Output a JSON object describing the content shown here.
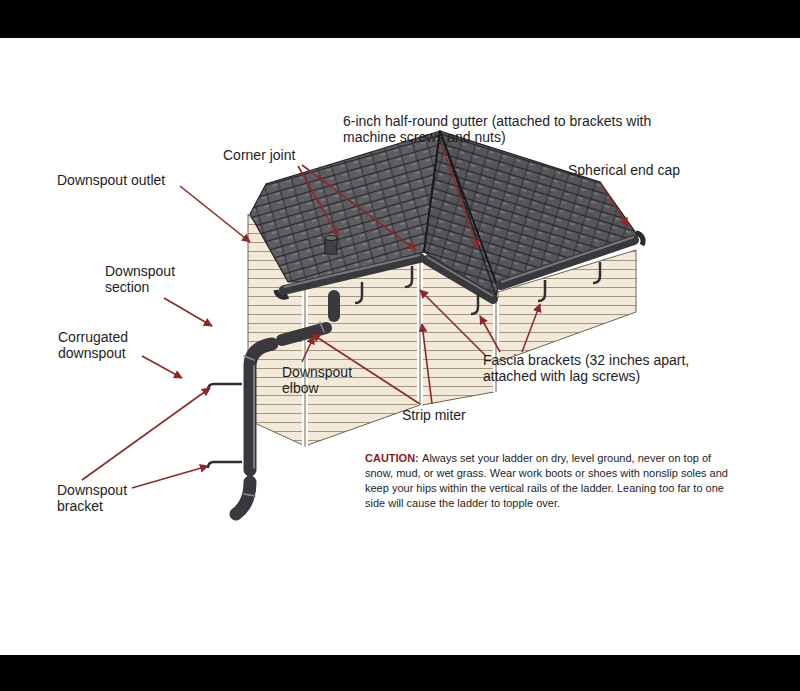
{
  "diagram": {
    "labels": [
      "Downspout outlet",
      "Corner joint",
      "6-inch half-round gutter (attached to brackets with machine screws and nuts)",
      "Spherical end cap",
      "Downspout section",
      "Corrugated downspout",
      "Downspout elbow",
      "Strip miter",
      "Fascia brackets (32 inches apart, attached with lag screws)",
      "Downspout bracket",
      "CAUTION:",
      "Always set your ladder on dry, level ground, never on top of snow, mud, or wet grass. Wear work boots or shoes with nonslip soles and keep your hips within the vertical rails of the ladder. Leaning too far to one side will cause the ladder to topple over."
    ]
  }
}
